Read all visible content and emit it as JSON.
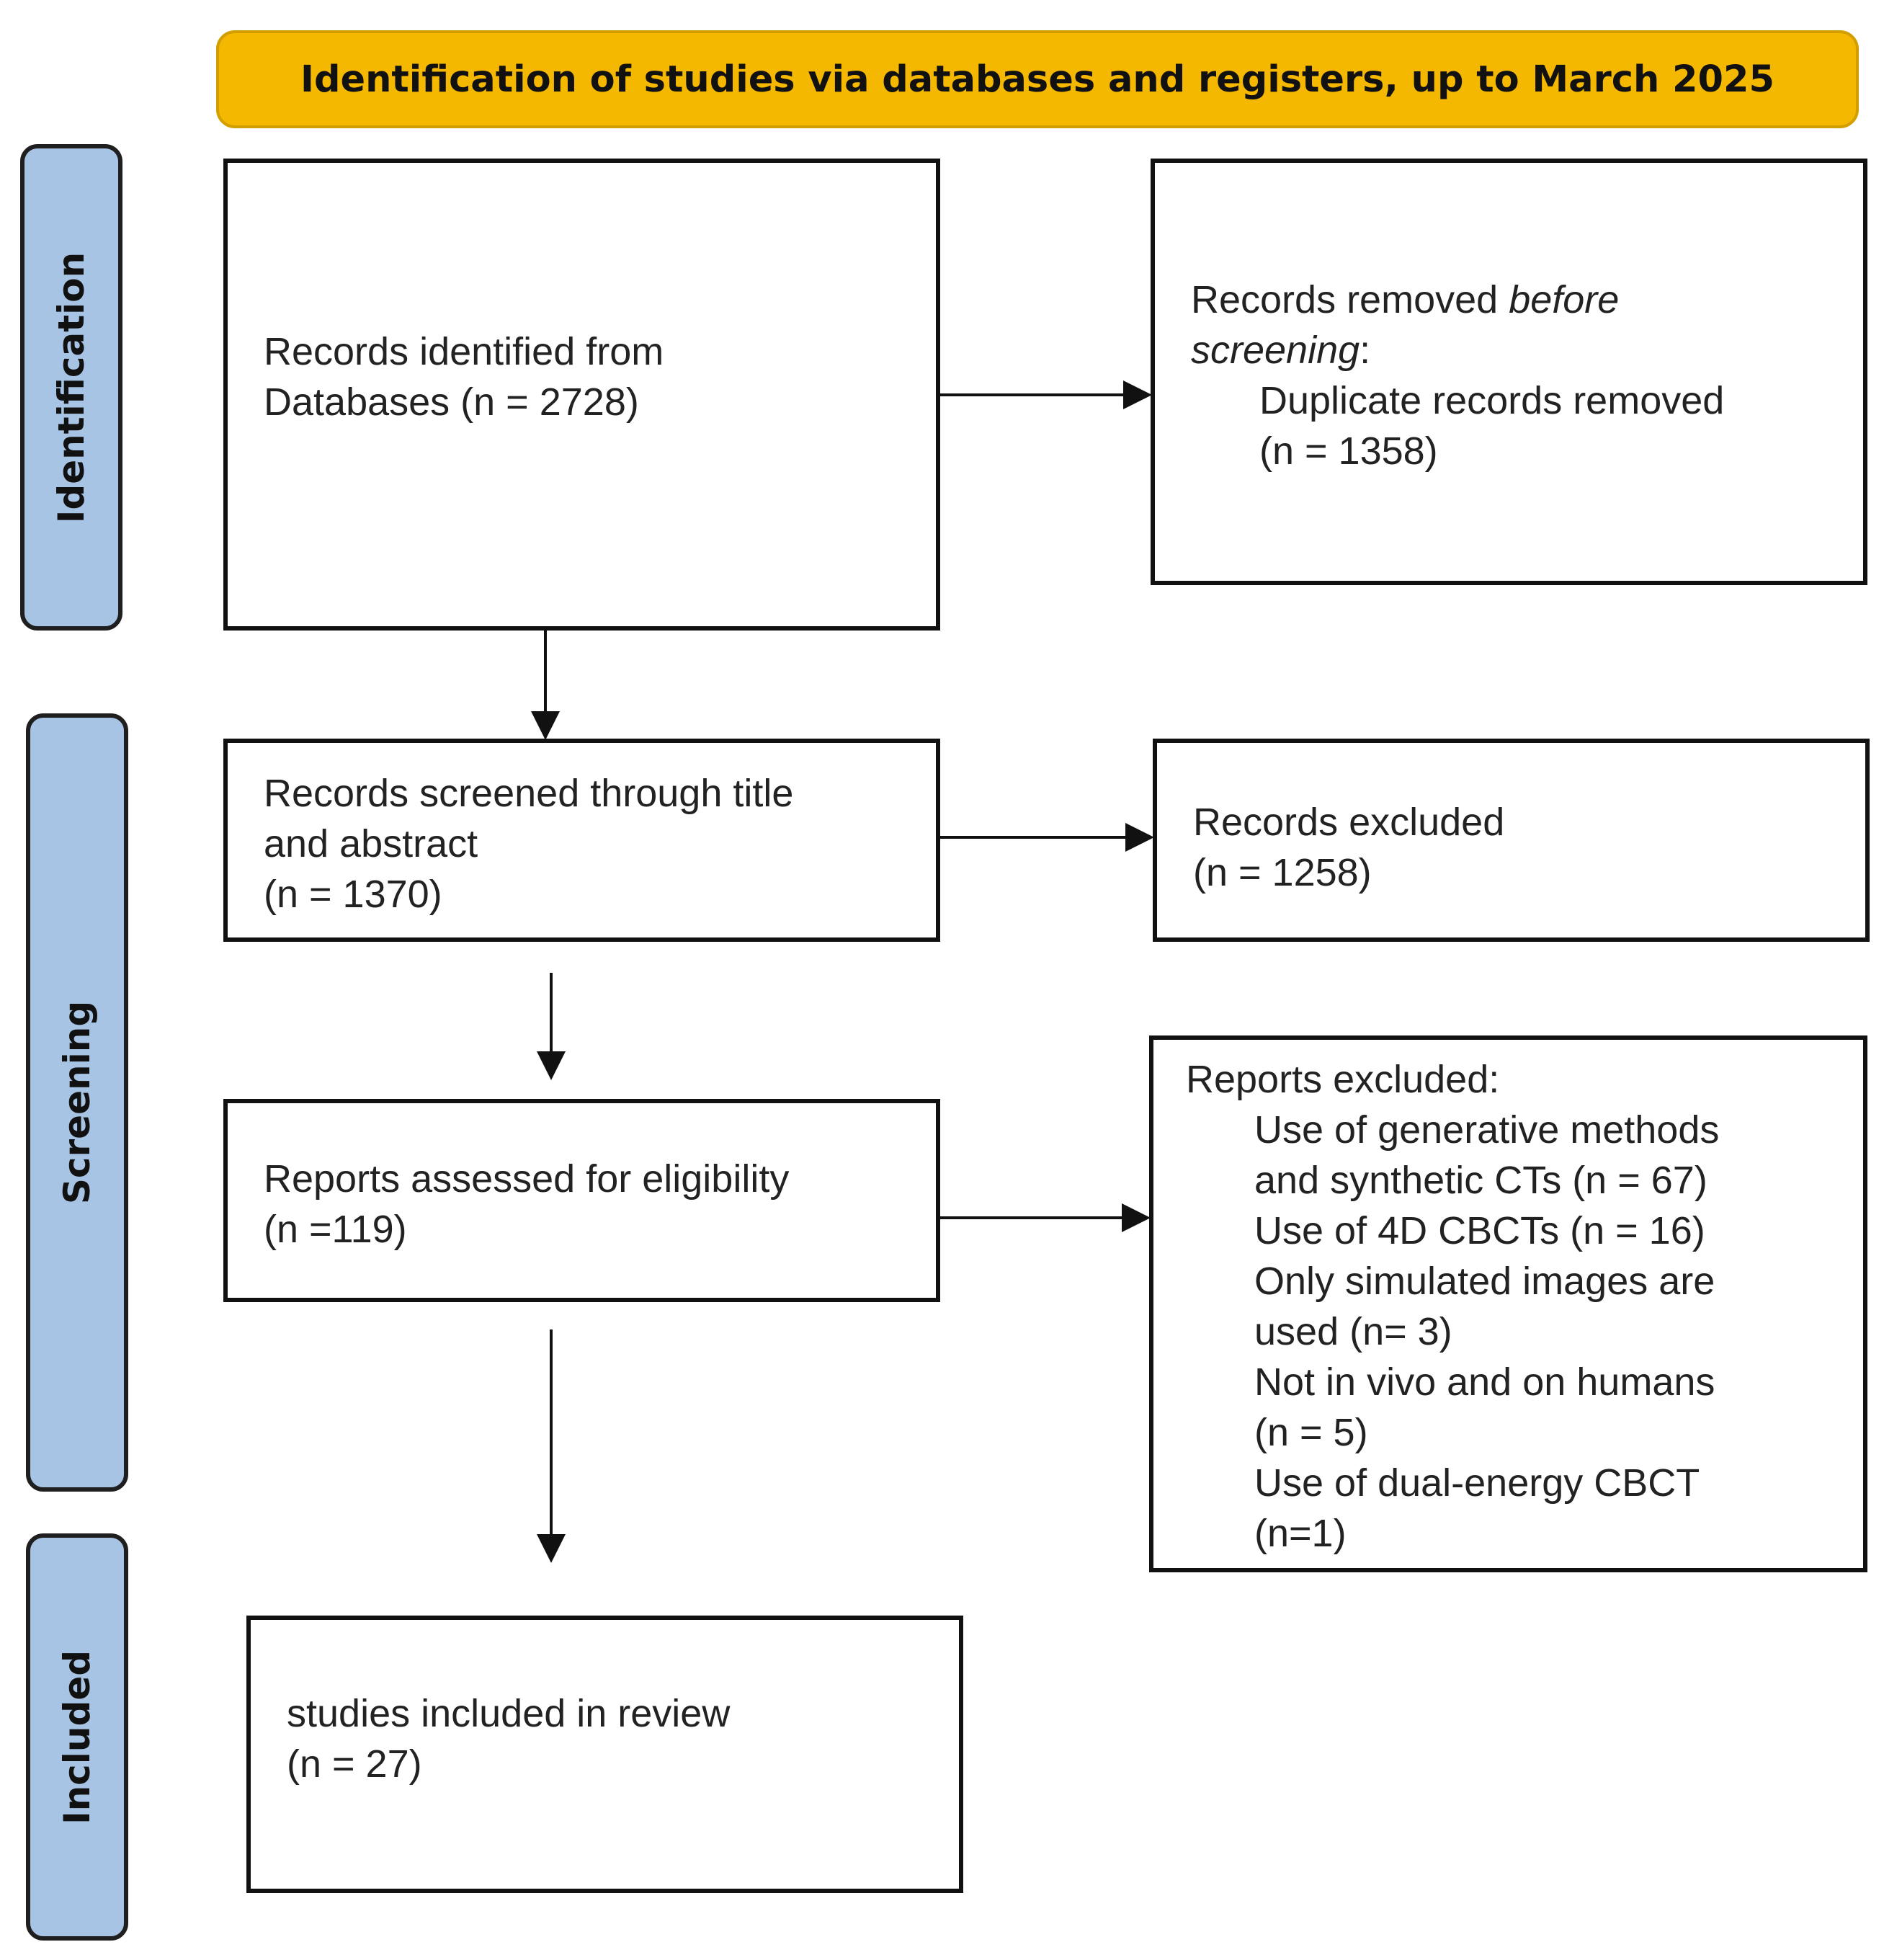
{
  "header": {
    "title": "Identification of studies via databases and registers, up to March 2025"
  },
  "phases": {
    "identification": "Identification",
    "screening": "Screening",
    "included": "Included"
  },
  "boxes": {
    "records_identified": {
      "line1": "Records identified from",
      "line2": "Databases (n = 2728)"
    },
    "records_removed": {
      "line1_pre": "Records removed ",
      "line1_em": "before",
      "line2_em": "screening",
      "line2_post": ":",
      "line3": "Duplicate records removed",
      "line4": "(n = 1358)"
    },
    "records_screened": {
      "line1": "Records screened through title",
      "line2": "and abstract",
      "line3": "(n = 1370)"
    },
    "records_excluded": {
      "line1": "Records excluded",
      "line2": "(n = 1258)"
    },
    "reports_assessed": {
      "line1": "Reports assessed for eligibility",
      "line2": "(n =119)"
    },
    "reports_excluded": {
      "heading": "Reports excluded:",
      "lines": [
        "Use of generative methods",
        "and synthetic CTs (n = 67)",
        "Use of 4D CBCTs (n = 16)",
        "Only simulated images are",
        "used (n= 3)",
        "Not in vivo and on humans",
        "(n = 5)",
        "Use of dual-energy CBCT",
        "(n=1)"
      ]
    },
    "studies_included": {
      "line1": "studies included in review",
      "line2": "(n = 27)"
    }
  }
}
